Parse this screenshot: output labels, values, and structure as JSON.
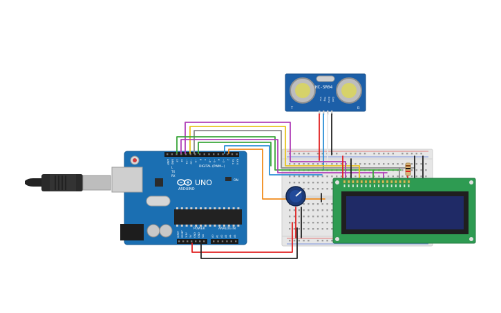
{
  "board": {
    "brand": "ARDUINO",
    "model": "UNO",
    "digital_label": "DIGITAL (PWM~)",
    "power_label": "POWER",
    "analog_label": "ANALOG IN",
    "on_label": "ON",
    "tx_label": "TX",
    "rx_label": "RX",
    "l_label": "L",
    "aref_label": "AREF",
    "gnd_label": "GND",
    "digital_pins": [
      "13",
      "12",
      "~11",
      "~10",
      "~9",
      "8",
      "7",
      "~6",
      "~5",
      "4",
      "~3",
      "2",
      "TX 1",
      "RX 0"
    ],
    "power_pins": [
      "IOREF",
      "RESET",
      "3.3V",
      "5V",
      "GND",
      "GND",
      "Vin"
    ],
    "analog_pins": [
      "A0",
      "A1",
      "A2",
      "A3",
      "A4",
      "A5"
    ]
  },
  "sensor": {
    "model": "HC-SR04",
    "pins": [
      "Vcc",
      "Trig",
      "Echo",
      "Gnd"
    ],
    "left_mark": "T",
    "right_mark": "R"
  },
  "lcd": {
    "pin_count": 16
  },
  "colors": {
    "board": "#1b6fb2",
    "board_dark": "#155a93",
    "breadboard": "#e8e8e8",
    "lcd_pcb": "#2e9b52",
    "lcd_screen": "#1f2a66",
    "sensor_pcb": "#1c5fa8",
    "wire_red": "#e02020",
    "wire_black": "#222222",
    "wire_green": "#3aa63a",
    "wire_blue": "#2a8fd6",
    "wire_orange": "#f08a1a",
    "wire_yellow": "#e8c320",
    "wire_purple": "#b03fb8",
    "wire_gray": "#8a8a8a"
  }
}
